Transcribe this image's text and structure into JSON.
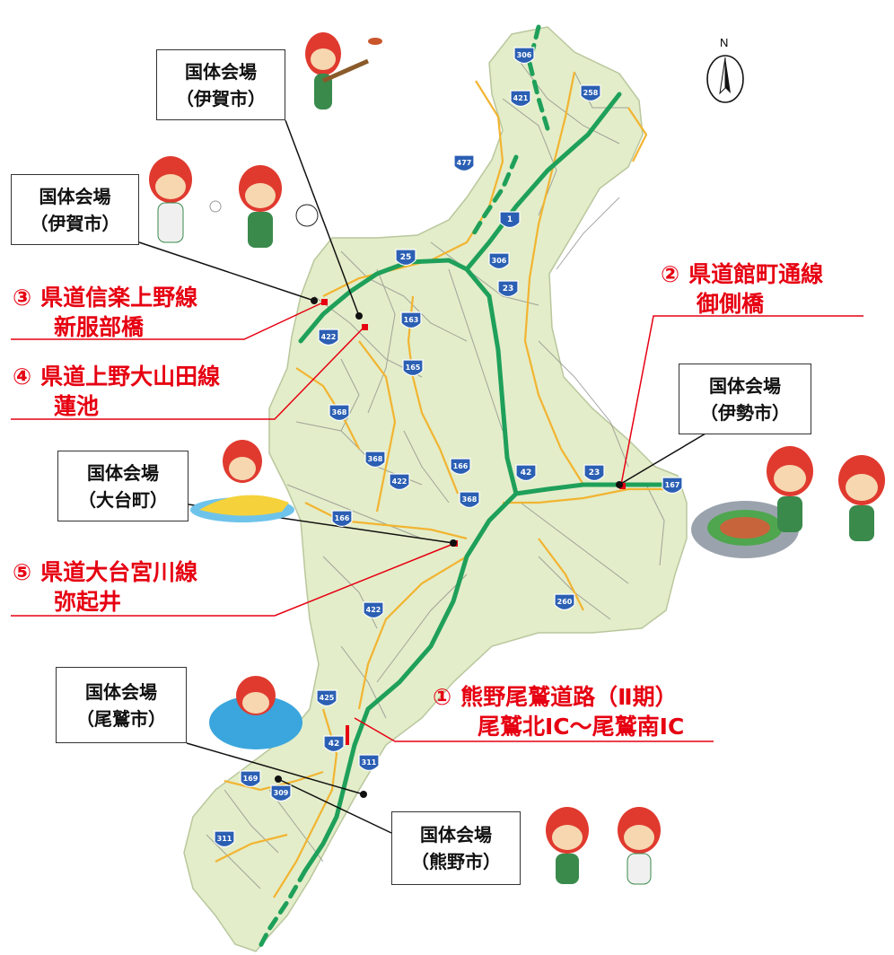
{
  "compass": {
    "label": "N"
  },
  "venues": [
    {
      "id": "iga1",
      "title": "国体会場",
      "city": "（伊賀市）"
    },
    {
      "id": "iga2",
      "title": "国体会場",
      "city": "（伊賀市）"
    },
    {
      "id": "ise",
      "title": "国体会場",
      "city": "（伊勢市）"
    },
    {
      "id": "odai",
      "title": "国体会場",
      "city": "（大台町）"
    },
    {
      "id": "owase",
      "title": "国体会場",
      "city": "（尾鷲市）"
    },
    {
      "id": "kumano",
      "title": "国体会場",
      "city": "（熊野市）"
    }
  ],
  "projects": [
    {
      "num": "①",
      "line1": "熊野尾鷲道路（Ⅱ期）",
      "line2": "尾鷲北IC〜尾鷲南IC"
    },
    {
      "num": "②",
      "line1": "県道館町通線",
      "line2": "御側橋"
    },
    {
      "num": "③",
      "line1": "県道信楽上野線",
      "line2": "新服部橋"
    },
    {
      "num": "④",
      "line1": "県道上野大山田線",
      "line2": "蓮池"
    },
    {
      "num": "⑤",
      "line1": "県道大台宮川線",
      "line2": "弥起井"
    }
  ],
  "route_shields": [
    "306",
    "421",
    "258",
    "477",
    "1",
    "25",
    "306",
    "23",
    "163",
    "422",
    "165",
    "368",
    "368",
    "422",
    "166",
    "368",
    "42",
    "23",
    "167",
    "166",
    "422",
    "260",
    "425",
    "42",
    "311",
    "169",
    "309",
    "311"
  ],
  "colors": {
    "land": "#e3edc9",
    "expressway": "#1fa05a",
    "national_road": "#f2b431",
    "local_road": "#777777",
    "project_text": "#e60012",
    "shield": "#2b5fb3"
  }
}
